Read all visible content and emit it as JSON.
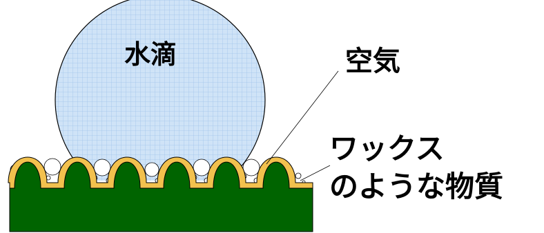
{
  "labels": {
    "water_drop": "水滴",
    "air": "空気",
    "wax_line1": "ワックス",
    "wax_line2": "のような物質"
  },
  "colors": {
    "drop_fill": "#cfe3f7",
    "drop_grid": "#9fc3ea",
    "substrate": "#006400",
    "wax": "#f2c14e",
    "outline": "#000000",
    "bubble": "#ffffff"
  }
}
